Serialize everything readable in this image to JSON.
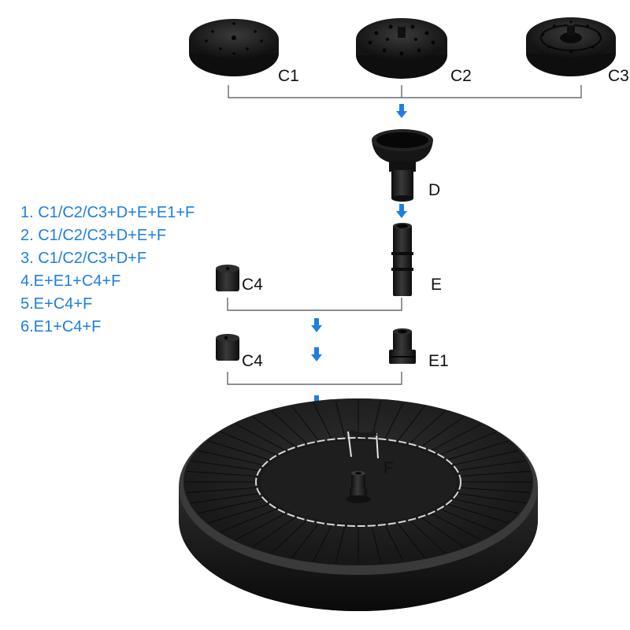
{
  "labels": {
    "c1": "C1",
    "c2": "C2",
    "c3": "C3",
    "d": "D",
    "e": "E",
    "c4_top": "C4",
    "c4_bottom": "C4",
    "e1": "E1",
    "f": "F"
  },
  "combinations": [
    "1. C1/C2/C3+D+E+E1+F",
    "2. C1/C2/C3+D+E+F",
    "3. C1/C2/C3+D+F",
    "4.E+E1+C4+F",
    "5.E+C4+F",
    "6.E1+C4+F"
  ],
  "colors": {
    "accent_blue": "#1e7fe0",
    "part_black": "#1b1b1b",
    "bracket_gray": "#6a6a6a"
  },
  "icons": {
    "flow_arrow": "arrow-down-icon"
  }
}
